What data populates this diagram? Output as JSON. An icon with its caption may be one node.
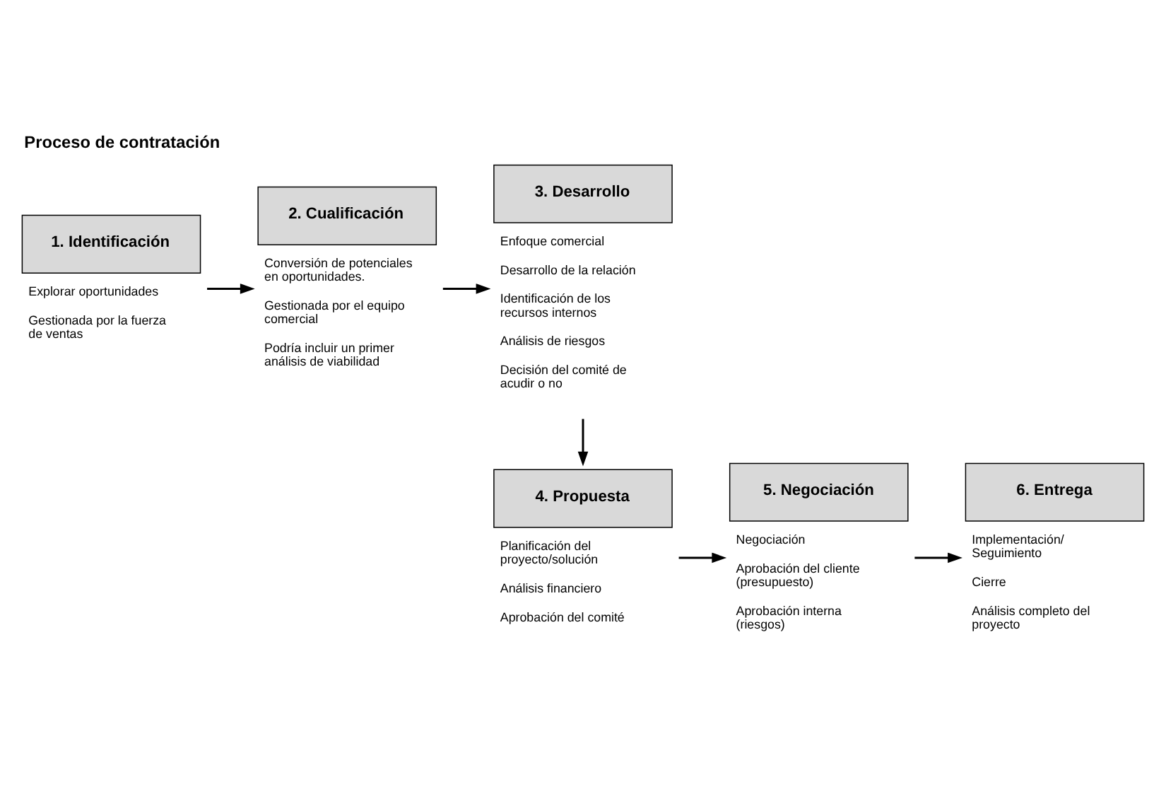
{
  "diagram": {
    "title": "Proceso de contratación",
    "nodes": [
      {
        "text": [
          "1. Identificación"
        ],
        "beside": [
          "Explorar oportunidades",
          "Gestionada por la fuerza de ventas"
        ]
      },
      {
        "text": [
          "2. Cualificación"
        ],
        "beside": [
          "Conversión de potenciales en oportunidades.",
          "Gestionada por el equipo comercial",
          "Podría incluir un primer análisis de viabilidad"
        ]
      },
      {
        "text": [
          "3. Desarrollo"
        ],
        "beside": [
          "Enfoque comercial",
          "Desarrollo de la relación",
          "Identificación de los recursos internos",
          "Análisis de riesgos",
          "Decisión del comité de acudir o no"
        ]
      },
      {
        "text": [
          "4. Propuesta"
        ],
        "beside": [
          "Planificación del proyecto/solución",
          "Análisis financiero",
          "Aprobación del comité"
        ]
      },
      {
        "text": [
          "5. Negociación"
        ],
        "beside": [
          "Negociación",
          "Aprobación del cliente (presupuesto)",
          "Aprobación interna (riesgos)"
        ]
      },
      {
        "text": [
          "6. Entrega"
        ],
        "beside": [
          "Implementación/ Seguimiento",
          "Cierre",
          "Análisis completo del proyecto"
        ]
      }
    ],
    "edges": [
      {
        "from": 0,
        "to": 1,
        "arrow": "to"
      },
      {
        "from": 1,
        "to": 2,
        "arrow": "to"
      },
      {
        "from": 2,
        "to": 3,
        "arrow": "to"
      },
      {
        "from": 3,
        "to": 4,
        "arrow": "to"
      },
      {
        "from": 4,
        "to": 5,
        "arrow": "to"
      }
    ]
  }
}
